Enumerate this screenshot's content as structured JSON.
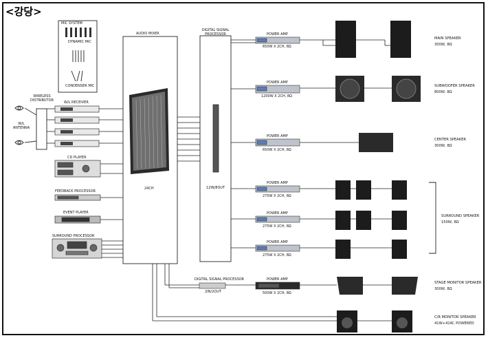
{
  "title": "<강당>",
  "mic_system": {
    "header": "MIC SYSTEM",
    "dynamic": "DYNAMIC MIC",
    "condenser": "CONDENSER MIC"
  },
  "wireless": {
    "distributor": "WIRELESS DISTRIBUTOR",
    "receiver": "W/L RECEIVER",
    "antenna": "W/L ANTENNA"
  },
  "sources": {
    "cd_player": "CD PLAYER",
    "feedback": "FEEDBACK PROCESSOR",
    "event_player": "EVENT PLAYER",
    "surround_processor": "SURROUND PROCESSOR"
  },
  "mixer": {
    "title": "AUDIO MIXER",
    "channels": "24CH"
  },
  "dsp": {
    "title": "DIGITAL SIGNAL PROCESSOR",
    "io": "12IN/8OUT"
  },
  "dsp2": {
    "title": "DIGITAL SIGNAL PROCESSOR",
    "io": "2IN/2OUT"
  },
  "amp_label": "POWER AMP",
  "amps": [
    "650W x 2CH, 8Ω",
    "1200W x 2CH, 8Ω",
    "650W x 2CH, 8Ω",
    "275W x 2CH, 8Ω",
    "275W x 2CH, 8Ω",
    "275W x 2CH, 8Ω",
    "500W x 2CH, 8Ω"
  ],
  "speakers": [
    {
      "name": "MAIN SPEAKER",
      "spec": "300W, 8Ω"
    },
    {
      "name": "SUBWOOFER SPEAKER",
      "spec": "800W, 8Ω"
    },
    {
      "name": "CENTER SPEAKER",
      "spec": "300W, 8Ω"
    },
    {
      "name": "SURROUND SPEAKER",
      "spec": "150W, 8Ω"
    },
    {
      "name": "STAGE MONITOR SPEAKER",
      "spec": "300W, 8Ω"
    },
    {
      "name": "C/R MONITOR SPEAKER",
      "spec": "41W+41W, POWERED"
    }
  ],
  "colors": {
    "line": "#222222",
    "device": "#3a3a3a",
    "panel": "#1c1c1c",
    "amp_blue": "#5b7db8"
  }
}
